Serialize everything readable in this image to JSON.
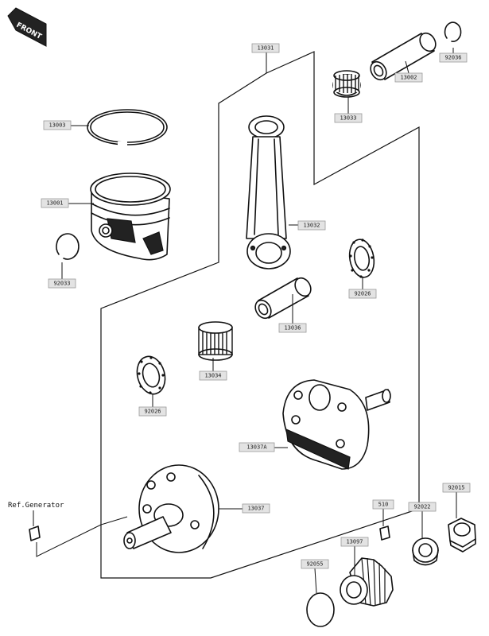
{
  "front_label": "FRONT",
  "reference_label": "Ref.Generator",
  "parts": {
    "main_group": "13031",
    "piston_ring": "13003",
    "piston": "13001",
    "circlip_left": "92033",
    "connecting_rod": "13032",
    "needle_bearing_top": "13033",
    "piston_pin": "13002",
    "circlip_right": "92036",
    "thrust_washer_right": "92026",
    "crank_pin": "13036",
    "needle_bearing_big_end": "13034",
    "thrust_washer_left": "92026",
    "crankshaft_half_right": "13037A",
    "crankshaft_half_left": "13037",
    "key": "510",
    "spacer": "92022",
    "nut": "92015",
    "gear": "13097",
    "o_ring": "92055"
  }
}
